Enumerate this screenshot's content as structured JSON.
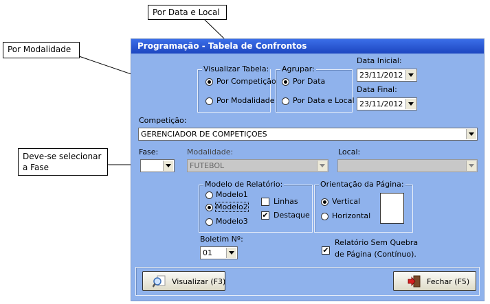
{
  "callouts": {
    "por_data_local": "Por Data e Local",
    "por_modalidade": "Por Modalidade",
    "fase_line1": "Deve-se selecionar",
    "fase_line2": "a Fase"
  },
  "window": {
    "title": "Programação - Tabela de Confrontos"
  },
  "visualizar_tabela": {
    "legend": "Visualizar Tabela:",
    "options": [
      "Por Competição",
      "Por Modalidade"
    ],
    "selected": "Por Competição"
  },
  "agrupar": {
    "legend": "Agrupar:",
    "options": [
      "Por Data",
      "Por Data e Local"
    ],
    "selected": "Por Data"
  },
  "dates": {
    "inicial_label": "Data Inicial:",
    "inicial_value": "23/11/2012",
    "final_label": "Data Final:",
    "final_value": "23/11/2012"
  },
  "competicao": {
    "label": "Competição:",
    "value": "GERENCIADOR DE COMPETIÇOES"
  },
  "fase": {
    "label": "Fase:",
    "value": ""
  },
  "modalidade": {
    "label": "Modalidade:",
    "value": "FUTEBOL"
  },
  "local": {
    "label": "Local:",
    "value": ""
  },
  "modelo": {
    "legend": "Modelo de Relatório:",
    "options": [
      "Modelo1",
      "Modelo2",
      "Modelo3"
    ],
    "selected": "Modelo2",
    "linhas_label": "Linhas",
    "linhas_checked": false,
    "destaque_label": "Destaque",
    "destaque_checked": true
  },
  "orientacao": {
    "legend": "Orientação da Página:",
    "options": [
      "Vertical",
      "Horizontal"
    ],
    "selected": "Vertical"
  },
  "boletim": {
    "label": "Boletim Nº:",
    "value": "01"
  },
  "sem_quebra": {
    "label_line1": "Relatório Sem Quebra",
    "label_line2": "de Página (Contínuo).",
    "checked": true
  },
  "buttons": {
    "visualizar": "Visualizar (F3)",
    "fechar": "Fechar (F5)"
  },
  "colors": {
    "window_bg": "#8fb2ec",
    "titlebar": "#2a57d6"
  }
}
